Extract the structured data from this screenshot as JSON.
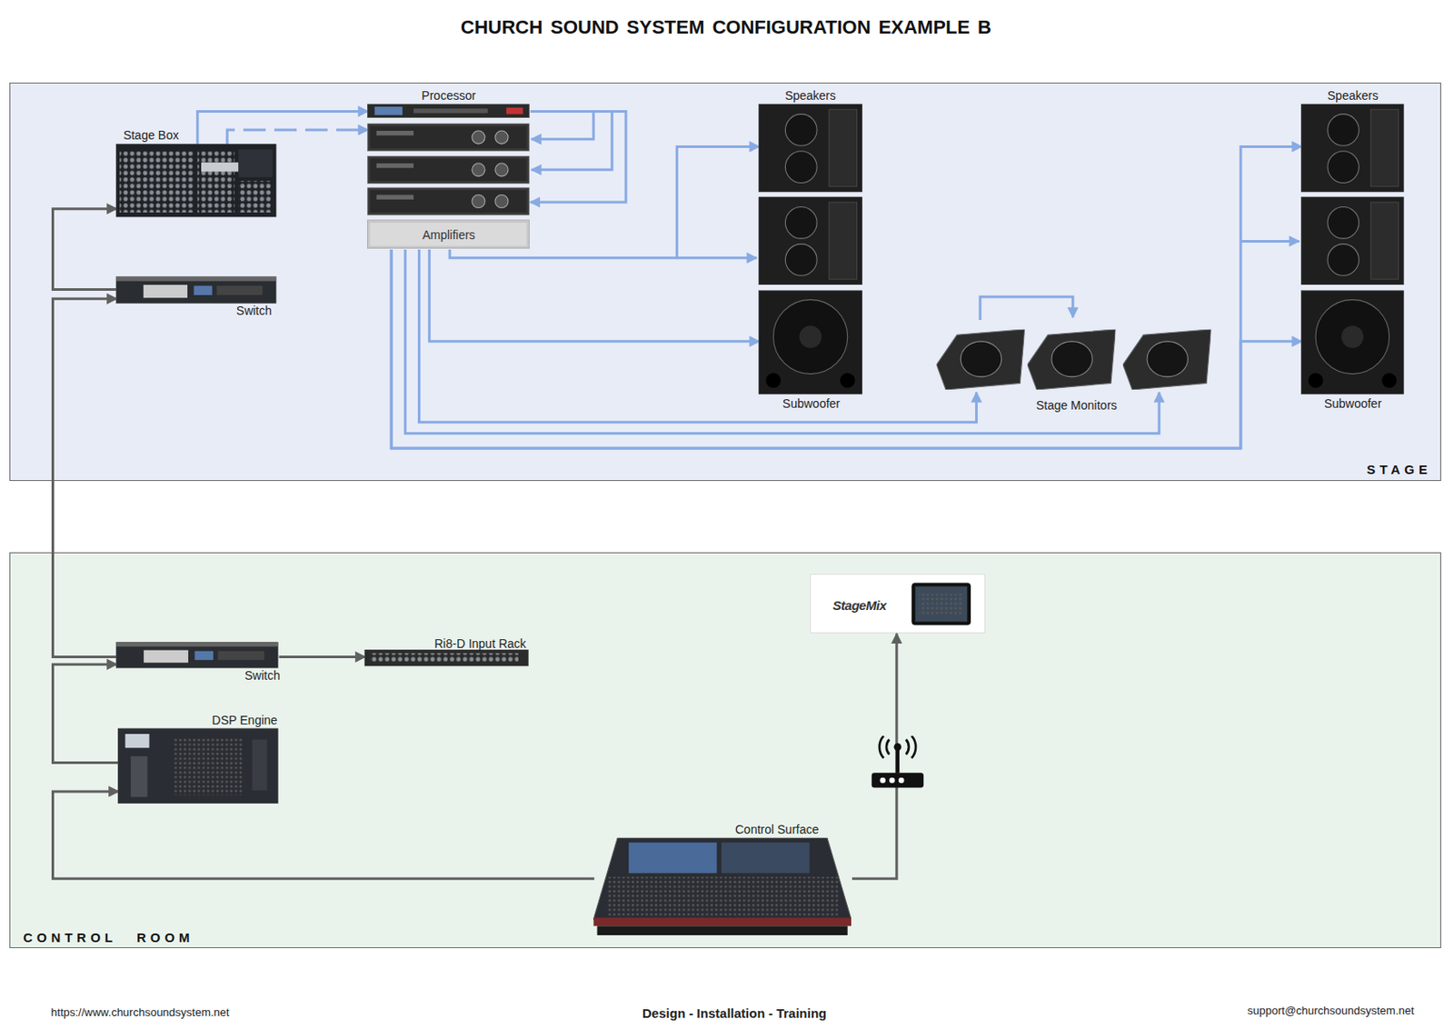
{
  "diagram": {
    "title": "CHURCH SOUND SYSTEM CONFIGURATION EXAMPLE B",
    "nodes": [
      {
        "text": [
          "STAGE"
        ]
      },
      {
        "text": [
          "Stage Box"
        ],
        "in": 0
      },
      {
        "text": [
          "Switch"
        ],
        "in": 0
      },
      {
        "text": [
          "Processor"
        ],
        "in": 0
      },
      {
        "text": [
          "Amplifiers"
        ],
        "in": 0
      },
      {
        "text": [
          "Speakers"
        ],
        "in": 0
      },
      {
        "text": [
          "Subwoofer"
        ],
        "in": 0
      },
      {
        "text": [
          "Stage Monitors"
        ],
        "in": 0
      },
      {
        "text": [
          "Speakers"
        ],
        "in": 0
      },
      {
        "text": [
          "Subwoofer"
        ],
        "in": 0
      },
      {
        "text": [
          "CONTROL ROOM"
        ]
      },
      {
        "text": [
          "StageMix"
        ],
        "in": 10
      },
      {
        "text": [
          "Switch"
        ],
        "in": 10
      },
      {
        "text": [
          "Ri8-D Input Rack"
        ],
        "in": 10
      },
      {
        "text": [
          "DSP Engine"
        ],
        "in": 10
      },
      {
        "text": [
          "Control Surface"
        ],
        "in": 10
      }
    ],
    "edges": [
      {
        "from": 1,
        "to": 3,
        "arrow": "to"
      },
      {
        "from": 1,
        "to": 4,
        "arrow": "to"
      },
      {
        "from": 3,
        "to": 4,
        "arrow": "to"
      },
      {
        "from": 4,
        "to": 5,
        "arrow": "to"
      },
      {
        "from": 4,
        "to": 6,
        "arrow": "to"
      },
      {
        "from": 4,
        "to": 7,
        "arrow": "to"
      },
      {
        "from": 4,
        "to": 7,
        "arrow": "to"
      },
      {
        "from": 4,
        "to": 8,
        "arrow": "to"
      },
      {
        "from": 4,
        "to": 9,
        "arrow": "to"
      },
      {
        "from": 15,
        "to": 14,
        "arrow": "to"
      },
      {
        "from": 14,
        "to": 12,
        "arrow": "to"
      },
      {
        "from": 12,
        "to": 2,
        "arrow": "to"
      },
      {
        "from": 2,
        "to": 1,
        "arrow": "to"
      },
      {
        "from": 12,
        "to": 13,
        "arrow": "to"
      },
      {
        "from": 15,
        "to": 11,
        "arrow": "to"
      }
    ],
    "labels": [
      "https://www.churchsoundsystem.net",
      "Design - Installation - Training",
      "support@churchsoundsystem.net"
    ]
  }
}
